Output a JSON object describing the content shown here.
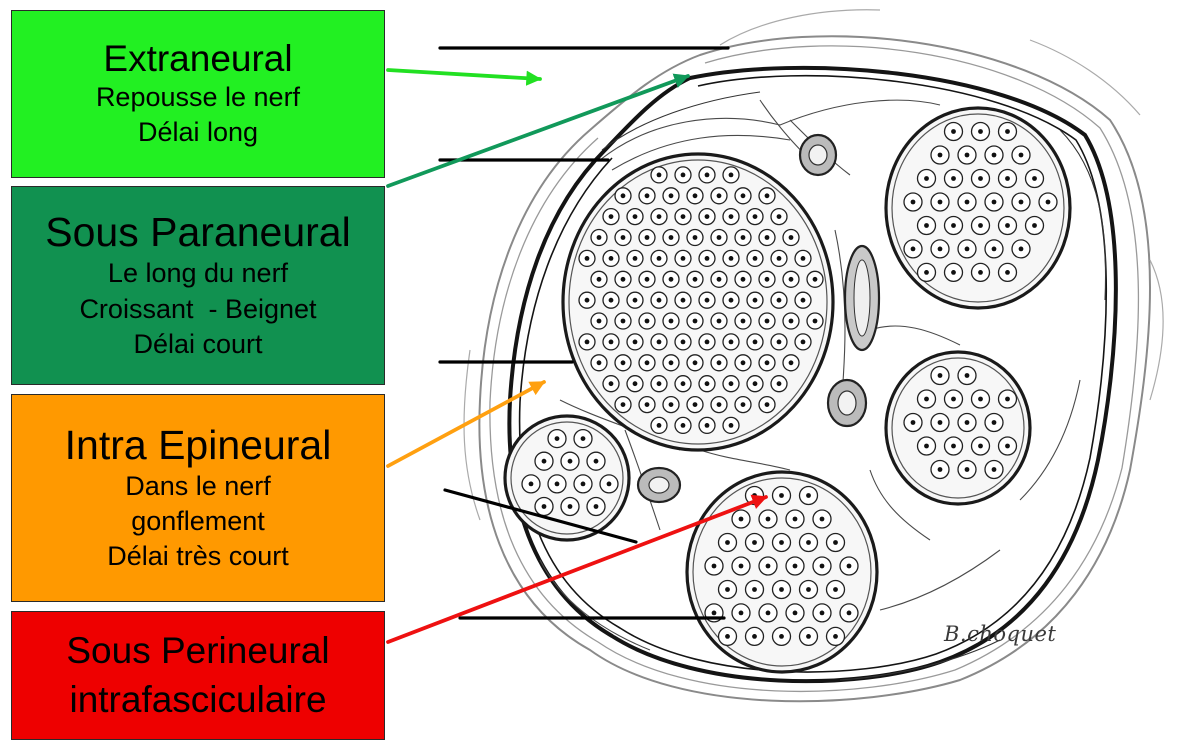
{
  "boxes": [
    {
      "id": "extraneural",
      "title": "Extraneural",
      "lines": [
        "Repousse le nerf",
        "Délai long"
      ],
      "color": "#22f022"
    },
    {
      "id": "sous-paraneural",
      "title": "Sous Paraneural",
      "lines": [
        "Le long du nerf",
        "Croissant  - Beignet",
        "Délai court"
      ],
      "color": "#119150"
    },
    {
      "id": "intra-epineural",
      "title": "Intra Epineural",
      "lines": [
        "Dans le nerf",
        "gonflement",
        "Délai très court"
      ],
      "color": "#ff9900"
    },
    {
      "id": "sous-perineural",
      "title": "Sous Perineural",
      "lines": [
        "intrafasciculaire"
      ],
      "color": "#ee0000"
    }
  ],
  "arrow_colors": {
    "extraneural": "#22e022",
    "sous_paraneural": "#11995a",
    "intra_epineural": "#ffa010",
    "sous_perineural": "#ee1111"
  },
  "illustration": {
    "subject": "nerve-cross-section",
    "signature": "B.choquet"
  }
}
